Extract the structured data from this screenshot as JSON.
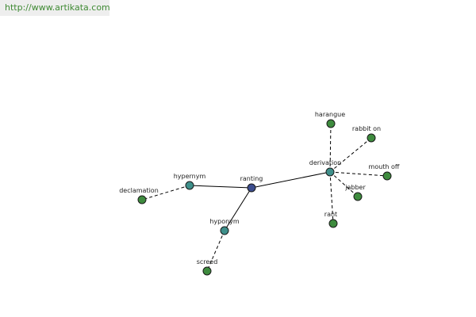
{
  "watermark": "http://www.artikata.com",
  "colors": {
    "center": "#3c4d8e",
    "relation": "#3e8f8a",
    "leaf": "#3e8b3e"
  },
  "graph": {
    "nodes": [
      {
        "id": "ranting",
        "label": "ranting",
        "kind": "center"
      },
      {
        "id": "hypernym",
        "label": "hypernym",
        "kind": "relation"
      },
      {
        "id": "hyponym",
        "label": "hyponym",
        "kind": "relation"
      },
      {
        "id": "derivation",
        "label": "derivation",
        "kind": "relation"
      },
      {
        "id": "declamation",
        "label": "declamation",
        "kind": "leaf"
      },
      {
        "id": "screed",
        "label": "screed",
        "kind": "leaf"
      },
      {
        "id": "harangue",
        "label": "harangue",
        "kind": "leaf"
      },
      {
        "id": "rabbit_on",
        "label": "rabbit on",
        "kind": "leaf"
      },
      {
        "id": "mouth_off",
        "label": "mouth off",
        "kind": "leaf"
      },
      {
        "id": "jabber",
        "label": "jabber",
        "kind": "leaf"
      },
      {
        "id": "rant",
        "label": "rant",
        "kind": "leaf"
      }
    ],
    "edges": [
      {
        "from": "ranting",
        "to": "hypernym",
        "style": "solid"
      },
      {
        "from": "ranting",
        "to": "hyponym",
        "style": "solid"
      },
      {
        "from": "ranting",
        "to": "derivation",
        "style": "solid"
      },
      {
        "from": "hypernym",
        "to": "declamation",
        "style": "dashed"
      },
      {
        "from": "hyponym",
        "to": "screed",
        "style": "dashed"
      },
      {
        "from": "derivation",
        "to": "harangue",
        "style": "dashed"
      },
      {
        "from": "derivation",
        "to": "rabbit_on",
        "style": "dashed"
      },
      {
        "from": "derivation",
        "to": "mouth_off",
        "style": "dashed"
      },
      {
        "from": "derivation",
        "to": "jabber",
        "style": "dashed"
      },
      {
        "from": "derivation",
        "to": "rant",
        "style": "dashed"
      }
    ]
  }
}
